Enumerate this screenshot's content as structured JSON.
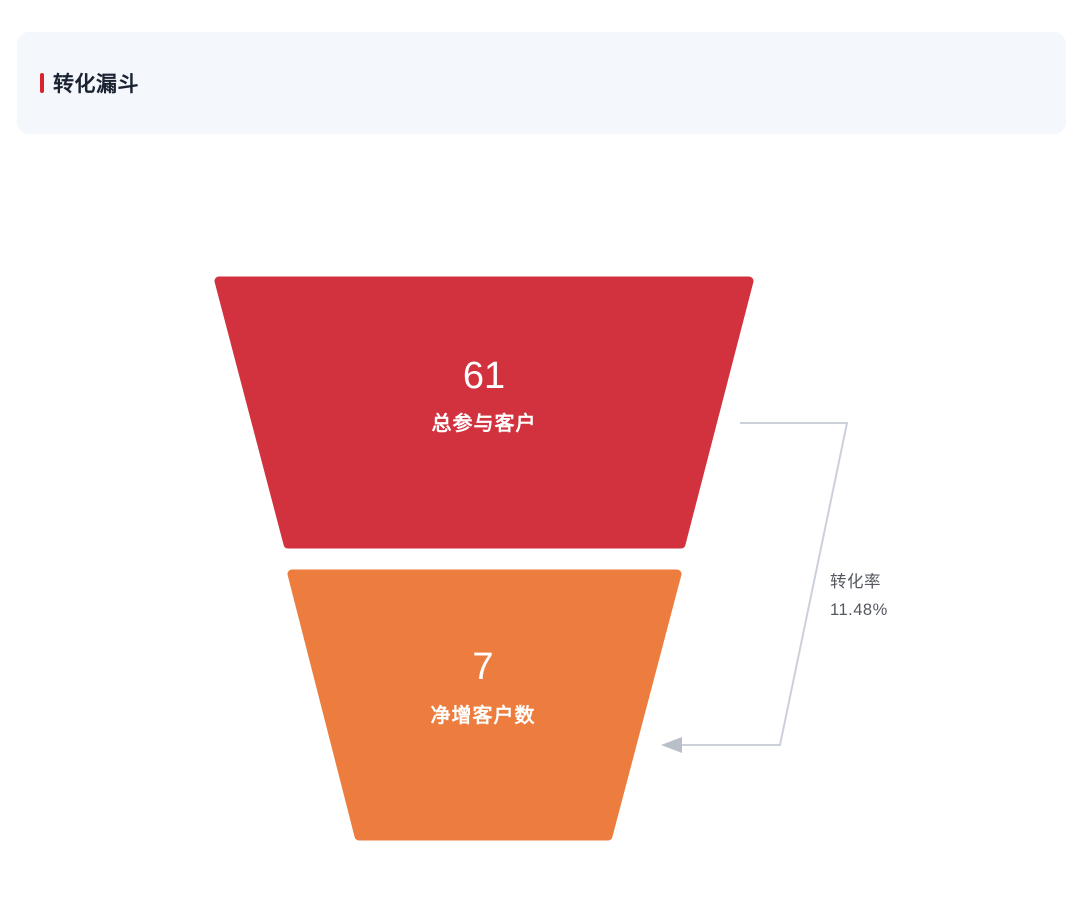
{
  "panel": {
    "title": "转化漏斗",
    "accent_color": "#d9232e"
  },
  "funnel": {
    "stages": [
      {
        "value": "61",
        "label": "总参与客户",
        "color": "#d2313e"
      },
      {
        "value": "7",
        "label": "净增客户数",
        "color": "#ed7d3e"
      }
    ],
    "conversion": {
      "label": "转化率",
      "value": "11.48%"
    },
    "connector_color": "#ccd1d9",
    "arrow_color": "#b9bfc8"
  },
  "chart_data": {
    "type": "funnel",
    "title": "转化漏斗",
    "stages": [
      {
        "label": "总参与客户",
        "value": 61
      },
      {
        "label": "净增客户数",
        "value": 7
      }
    ],
    "conversion_rate": {
      "label": "转化率",
      "value_percent": 11.48
    },
    "colors": [
      "#d2313e",
      "#ed7d3e"
    ],
    "legend": "none",
    "grid": "off"
  }
}
